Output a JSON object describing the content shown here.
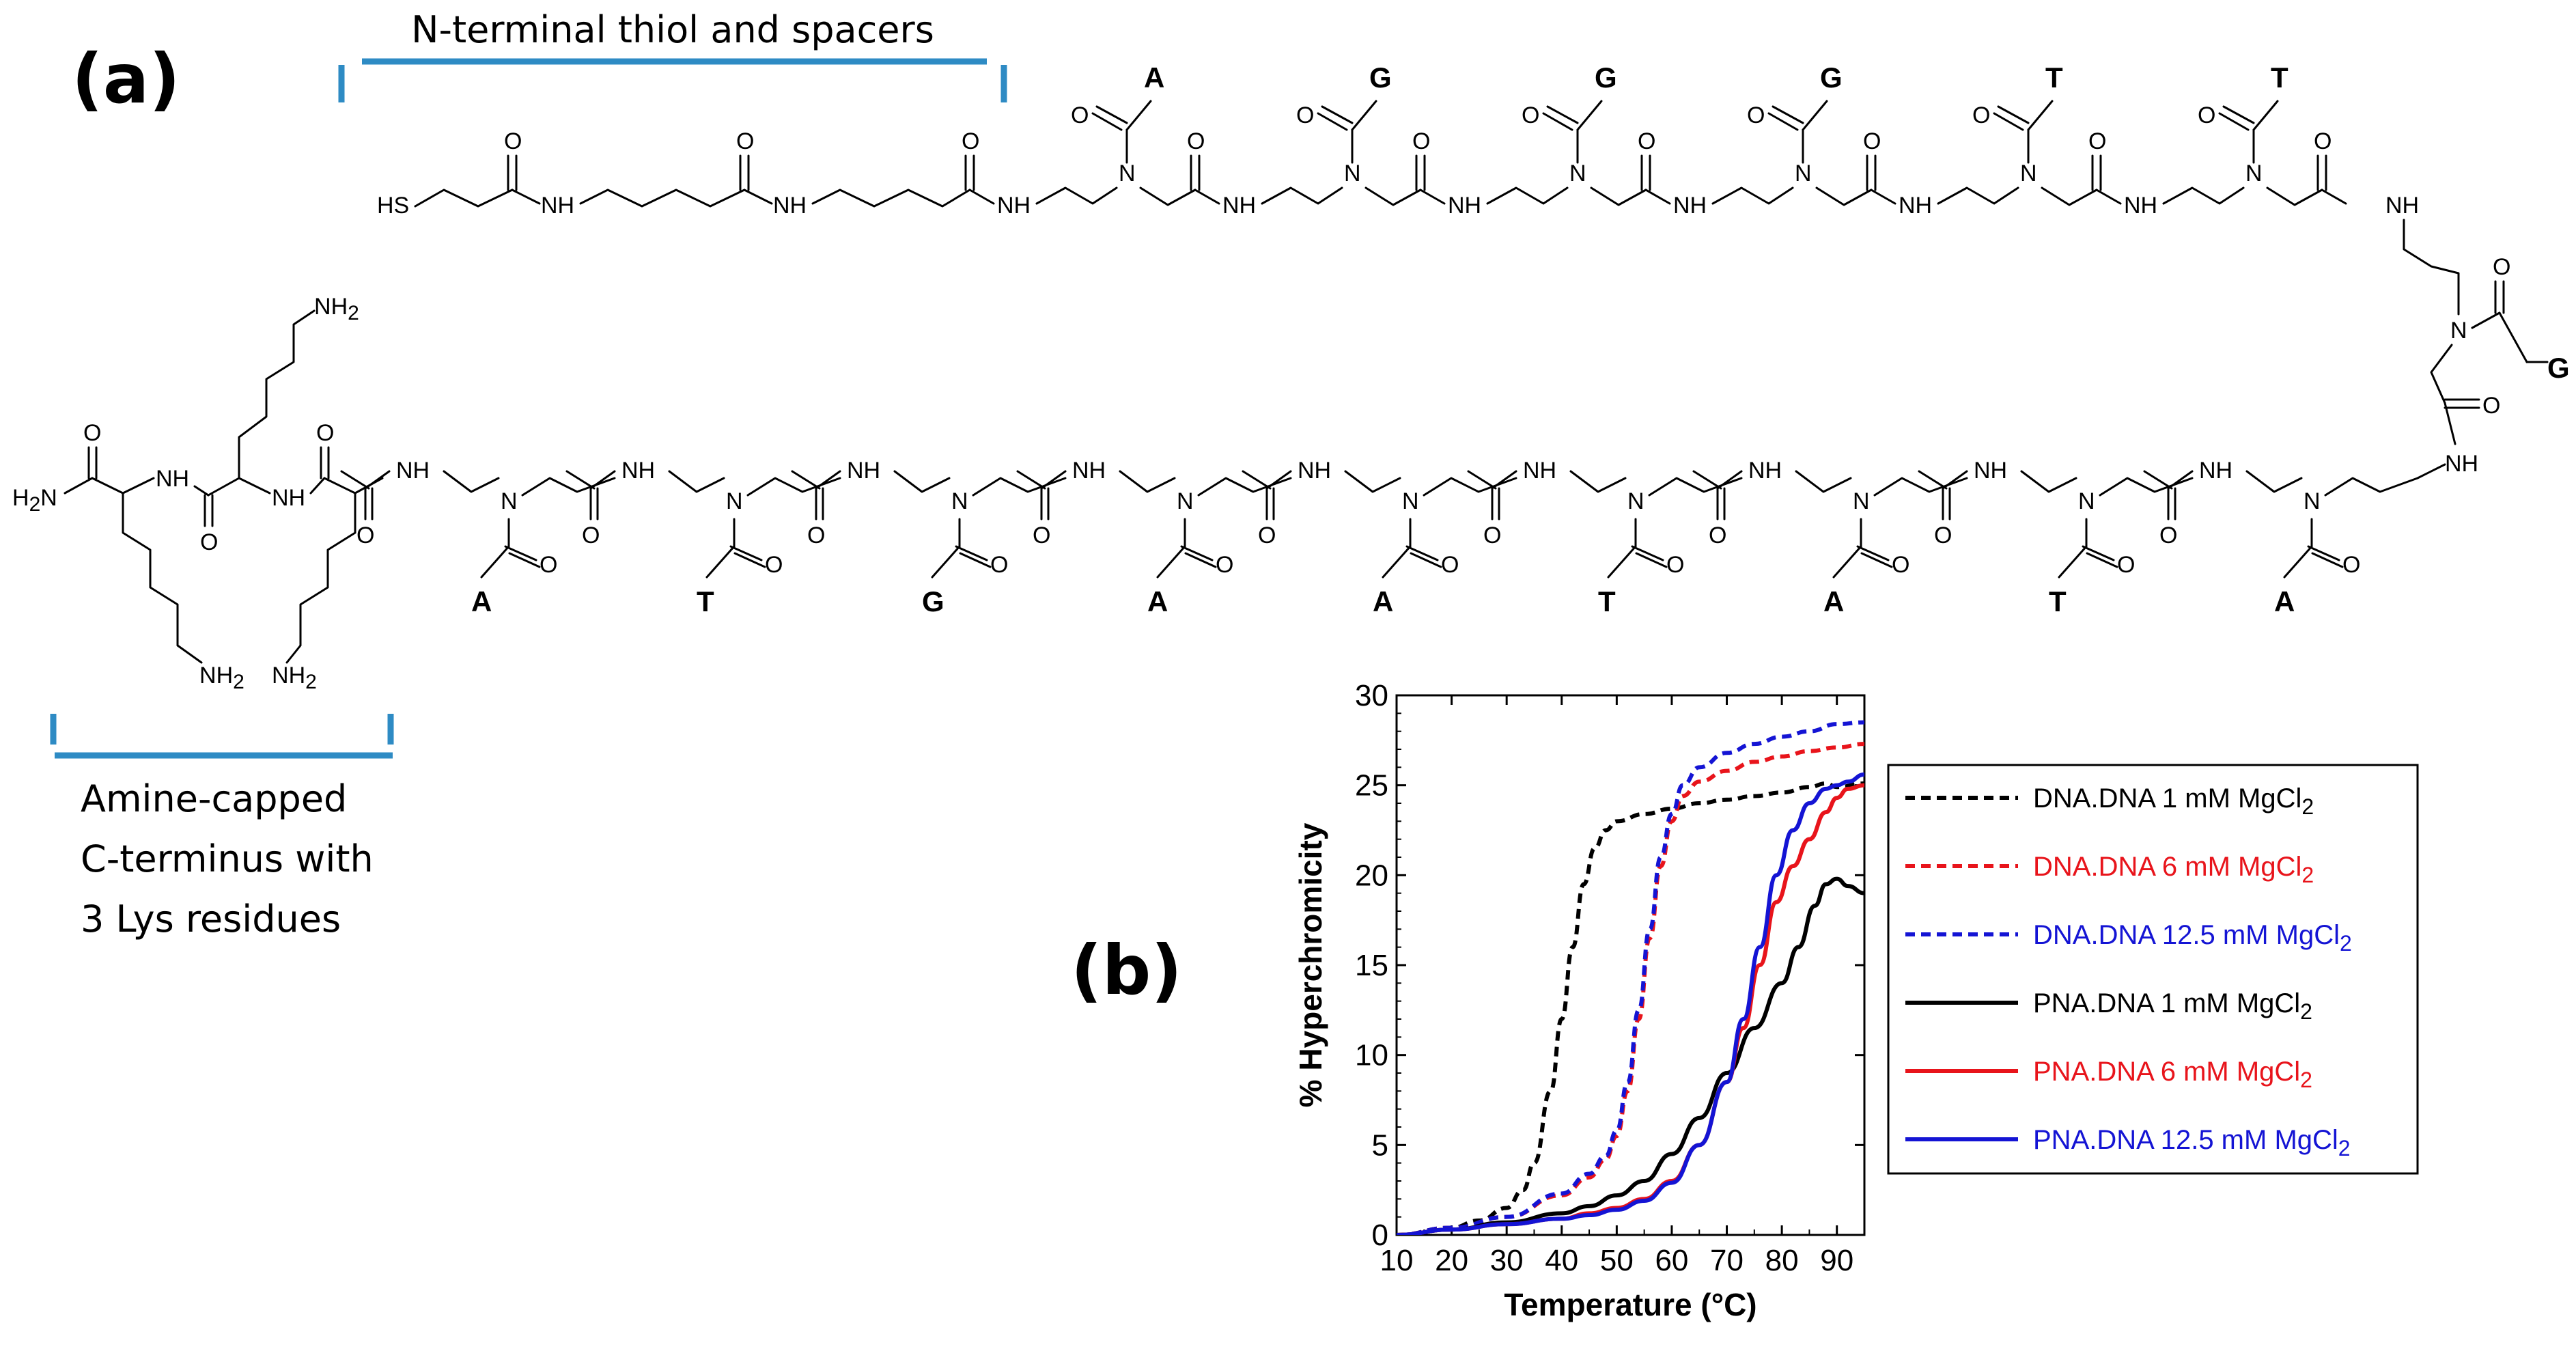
{
  "panel_a": {
    "label": "(a)",
    "top_bracket_caption": "N-terminal thiol and spacers",
    "bottom_bracket_caption_lines": [
      "Amine-capped",
      "C-terminus with",
      "3 Lys residues"
    ],
    "top_bases": [
      "A",
      "G",
      "G",
      "G",
      "T",
      "T"
    ],
    "turn_base": "G",
    "bottom_bases": [
      "A",
      "T",
      "G",
      "A",
      "A",
      "T",
      "A",
      "T",
      "A"
    ],
    "atoms": {
      "hs": "HS",
      "nh": "NH",
      "n": "N",
      "o": "O",
      "h2n": "H2N",
      "nh2": "NH2"
    }
  },
  "panel_b": {
    "label": "(b)"
  },
  "chart_data": {
    "type": "line",
    "title": "",
    "xlabel": "Temperature (°C)",
    "ylabel": "% Hyperchromicity",
    "xlim": [
      10,
      95
    ],
    "ylim": [
      0,
      30
    ],
    "x_ticks": [
      10,
      20,
      30,
      40,
      50,
      60,
      70,
      80,
      90
    ],
    "y_ticks": [
      0,
      5,
      10,
      15,
      20,
      25,
      30
    ],
    "legend_position": "right",
    "series": [
      {
        "name": "DNA.DNA 1 mM MgCl2",
        "color": "#000000",
        "dash": true,
        "x": [
          10,
          20,
          25,
          30,
          33,
          35,
          38,
          40,
          42,
          44,
          46,
          48,
          50,
          55,
          60,
          65,
          70,
          75,
          80,
          85,
          88,
          90,
          95
        ],
        "y": [
          0,
          0.4,
          0.8,
          1.5,
          2.5,
          4,
          8,
          12,
          16,
          19.5,
          21.5,
          22.5,
          23,
          23.4,
          23.7,
          24,
          24.2,
          24.4,
          24.6,
          24.9,
          25.1,
          24.9,
          25.1
        ]
      },
      {
        "name": "DNA.DNA 6 mM MgCl2",
        "color": "#e8141b",
        "dash": true,
        "x": [
          10,
          20,
          30,
          40,
          45,
          48,
          50,
          52,
          54,
          56,
          58,
          60,
          62,
          65,
          70,
          75,
          80,
          85,
          90,
          95
        ],
        "y": [
          0,
          0.4,
          1,
          2.2,
          3.2,
          4.2,
          5.5,
          8,
          12,
          16.5,
          20.5,
          23,
          24.4,
          25.2,
          25.8,
          26.3,
          26.6,
          26.9,
          27.1,
          27.3
        ]
      },
      {
        "name": "DNA.DNA 12.5 mM MgCl2",
        "color": "#1414d4",
        "dash": true,
        "x": [
          10,
          20,
          30,
          40,
          45,
          48,
          50,
          52,
          54,
          56,
          58,
          60,
          62,
          65,
          70,
          75,
          80,
          85,
          90,
          95
        ],
        "y": [
          0,
          0.4,
          1,
          2.3,
          3.4,
          4.4,
          5.8,
          8.5,
          12.5,
          17,
          21,
          23.4,
          25,
          26,
          26.8,
          27.3,
          27.7,
          28,
          28.4,
          28.5
        ]
      },
      {
        "name": "PNA.DNA 1 mM MgCl2",
        "color": "#000000",
        "dash": false,
        "x": [
          10,
          20,
          30,
          40,
          45,
          50,
          55,
          60,
          65,
          70,
          75,
          80,
          83,
          86,
          88,
          90,
          92,
          95
        ],
        "y": [
          0,
          0.3,
          0.7,
          1.2,
          1.6,
          2.2,
          3,
          4.5,
          6.5,
          9,
          11.5,
          14,
          16,
          18.3,
          19.5,
          19.8,
          19.4,
          19
        ]
      },
      {
        "name": "PNA.DNA 6 mM MgCl2",
        "color": "#e8141b",
        "dash": false,
        "x": [
          10,
          20,
          30,
          40,
          45,
          50,
          55,
          60,
          65,
          70,
          73,
          76,
          79,
          82,
          85,
          88,
          90,
          92,
          95
        ],
        "y": [
          0,
          0.3,
          0.6,
          0.9,
          1.2,
          1.5,
          2,
          3,
          5,
          8.5,
          11.5,
          15,
          18.5,
          20.5,
          22,
          23.5,
          24.3,
          24.8,
          25
        ]
      },
      {
        "name": "PNA.DNA 12.5 mM MgCl2",
        "color": "#1414d4",
        "dash": false,
        "x": [
          10,
          20,
          30,
          40,
          45,
          50,
          55,
          60,
          65,
          70,
          73,
          76,
          79,
          82,
          85,
          88,
          90,
          92,
          95
        ],
        "y": [
          0,
          0.3,
          0.6,
          0.9,
          1.1,
          1.4,
          1.9,
          2.9,
          5,
          8.5,
          12,
          16,
          20,
          22.5,
          24,
          24.8,
          25,
          25.2,
          25.6
        ]
      }
    ]
  }
}
